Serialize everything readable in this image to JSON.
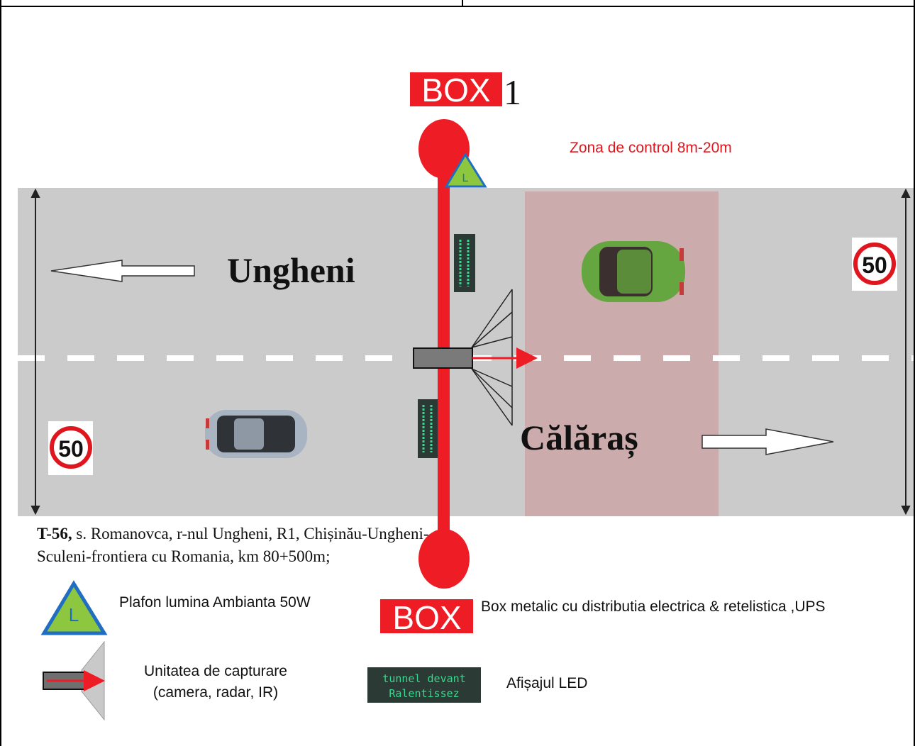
{
  "box_top": {
    "label": "BOX",
    "number": "1"
  },
  "box_bottom": {
    "label": "BOX"
  },
  "control_zone": "Zona de control 8m-20m",
  "directions": {
    "left": "Ungheni",
    "right": "Călăraș"
  },
  "speed_limit": "50",
  "lamp_letter": "L",
  "location": {
    "code": "T-56,",
    "text": " s. Romanovca, r-nul Ungheni, R1, Chișinău-Ungheni-Sculeni-frontiera cu Romania, km 80+500m;"
  },
  "led_sign": {
    "line1": "tunnel devant",
    "line2": "Ralentissez"
  },
  "legend": {
    "lamp": "Plafon lumina Ambianta 50W",
    "box": "Box metalic  cu distributia electrica & retelistica ,UPS",
    "capture_line1": "Unitatea de capturare",
    "capture_line2": "(camera, radar, IR)",
    "led": "Afișajul LED"
  },
  "colors": {
    "road": "#cbcbcb",
    "zone": "#cbabab",
    "pole": "#ee1c24",
    "lamp_fill": "#8dc63f",
    "lamp_stroke": "#1f6ec2",
    "led_bg": "#2c3a35",
    "led_text": "#37d88f"
  }
}
